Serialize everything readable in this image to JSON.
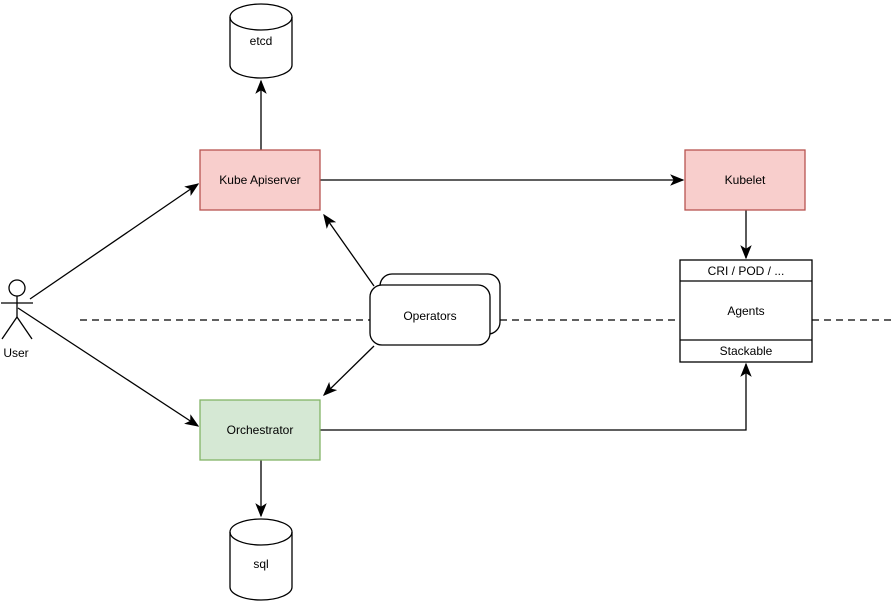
{
  "diagram": {
    "title": "Kubernetes orchestration architecture diagram",
    "colors": {
      "background": "#ffffff",
      "node_red_fill": "#f8cecc",
      "node_red_stroke": "#b85450",
      "node_green_fill": "#d5e8d4",
      "node_green_stroke": "#82b366",
      "node_plain_fill": "#ffffff",
      "line": "#000000"
    },
    "nodes": {
      "etcd": {
        "label": "etcd",
        "shape": "database-cylinder"
      },
      "kube_apiserver": {
        "label": "Kube Apiserver",
        "shape": "rectangle-red"
      },
      "kubelet": {
        "label": "Kubelet",
        "shape": "rectangle-red"
      },
      "agents": {
        "header": "CRI / POD / ...",
        "label": "Agents",
        "footer": "Stackable",
        "shape": "sectioned-rectangle"
      },
      "operators": {
        "label": "Operators",
        "shape": "stacked-rounded-rectangles"
      },
      "orchestrator": {
        "label": "Orchestrator",
        "shape": "rectangle-green"
      },
      "sql": {
        "label": "sql",
        "shape": "database-cylinder"
      },
      "user": {
        "label": "User",
        "shape": "stick-figure-actor"
      }
    },
    "edges": [
      {
        "from": "User",
        "to": "Kube Apiserver",
        "style": "arrow"
      },
      {
        "from": "User",
        "to": "Orchestrator",
        "style": "arrow"
      },
      {
        "from": "Kube Apiserver",
        "to": "etcd",
        "style": "arrow"
      },
      {
        "from": "Kube Apiserver",
        "to": "Kubelet",
        "style": "arrow"
      },
      {
        "from": "Kubelet",
        "to": "Agents (CRI / POD / ...)",
        "style": "arrow"
      },
      {
        "from": "Operators",
        "to": "Kube Apiserver",
        "style": "arrow"
      },
      {
        "from": "Operators",
        "to": "Orchestrator",
        "style": "arrow"
      },
      {
        "from": "Orchestrator",
        "to": "sql",
        "style": "arrow"
      },
      {
        "from": "Orchestrator",
        "to": "Agents (Stackable)",
        "style": "elbow-arrow"
      }
    ],
    "separator": {
      "type": "dashed-horizontal-line"
    }
  }
}
